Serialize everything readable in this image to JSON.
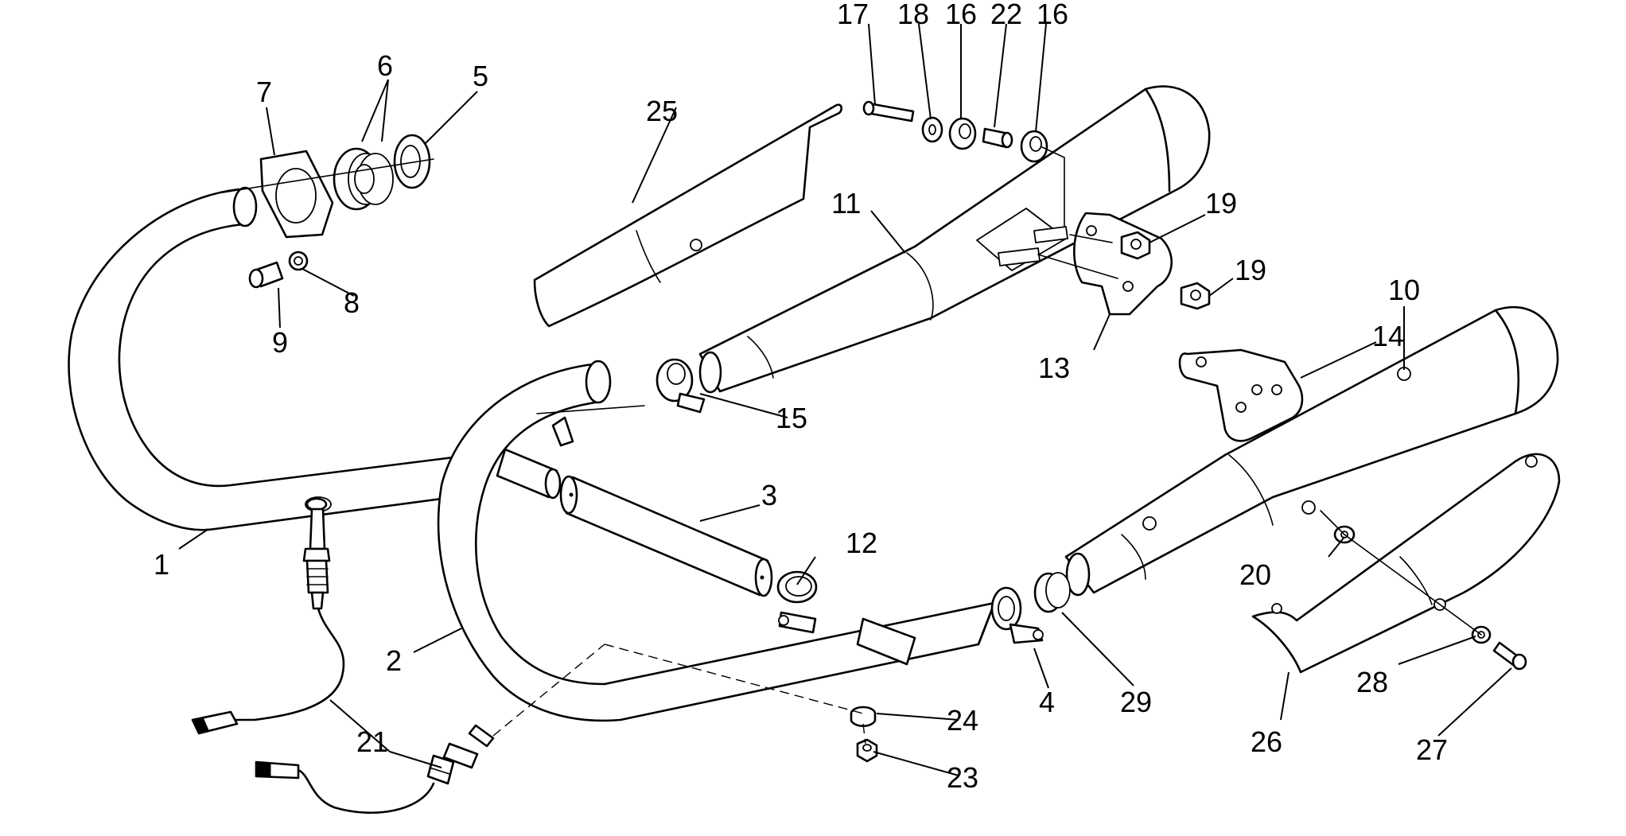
{
  "callouts": {
    "c1": "1",
    "c2": "2",
    "c3": "3",
    "c4": "4",
    "c5": "5",
    "c6": "6",
    "c7": "7",
    "c8": "8",
    "c9": "9",
    "c10": "10",
    "c11": "11",
    "c12": "12",
    "c13": "13",
    "c14": "14",
    "c15": "15",
    "c16a": "16",
    "c16b": "16",
    "c17": "17",
    "c18": "18",
    "c19a": "19",
    "c19b": "19",
    "c20": "20",
    "c21": "21",
    "c22": "22",
    "c23": "23",
    "c24": "24",
    "c25": "25",
    "c26": "26",
    "c27": "27",
    "c28": "28",
    "c29": "29"
  },
  "colors": {
    "ink": "#000000",
    "paper": "#ffffff"
  }
}
